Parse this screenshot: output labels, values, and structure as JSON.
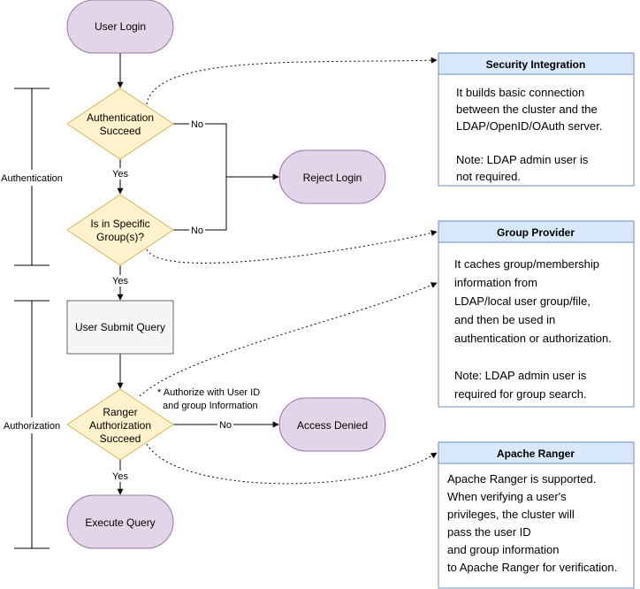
{
  "nodes": {
    "user_login": "User Login",
    "auth_succeed": [
      "Authentication",
      "Succeed"
    ],
    "reject_login": "Reject Login",
    "specific_group": [
      "Is in Specific",
      "Group(s)?"
    ],
    "submit_query": "User Submit Query",
    "ranger_auth": [
      "Ranger",
      "Authorization",
      "Succeed"
    ],
    "access_denied": "Access Denied",
    "execute_query": "Execute Query"
  },
  "edge_labels": {
    "no": "No",
    "yes": "Yes",
    "authorize_note": [
      "* Authorize with User ID",
      "and group Information"
    ]
  },
  "phases": {
    "authentication": "Authentication",
    "authorization": "Authorization"
  },
  "notes": {
    "security_integration": {
      "title": "Security Integration",
      "lines": [
        "It builds basic connection",
        "between the cluster and the",
        "LDAP/OpenID/OAuth server.",
        "",
        "Note: LDAP admin user is",
        "not required."
      ]
    },
    "group_provider": {
      "title": "Group Provider",
      "lines": [
        "It caches group/membership",
        "information from",
        "LDAP/local user group/file,",
        "and then be used in",
        "authentication or authorization.",
        "",
        "Note: LDAP admin user is",
        "required for group search."
      ]
    },
    "apache_ranger": {
      "title": "Apache Ranger",
      "lines": [
        "Apache Ranger is supported.",
        "When verifying a user's",
        "privileges, the cluster will",
        "pass the user ID",
        "and group information",
        "to Apache Ranger for verification."
      ]
    }
  },
  "colors": {
    "terminal_fill": "#e1d5e7",
    "terminal_stroke": "#9673a6",
    "decision_fill": "#fff2cc",
    "decision_stroke": "#d6b656",
    "process_fill": "#f5f5f5",
    "process_stroke": "#666666",
    "note_title_fill": "#dae8fc",
    "note_stroke": "#6c8ebf"
  }
}
